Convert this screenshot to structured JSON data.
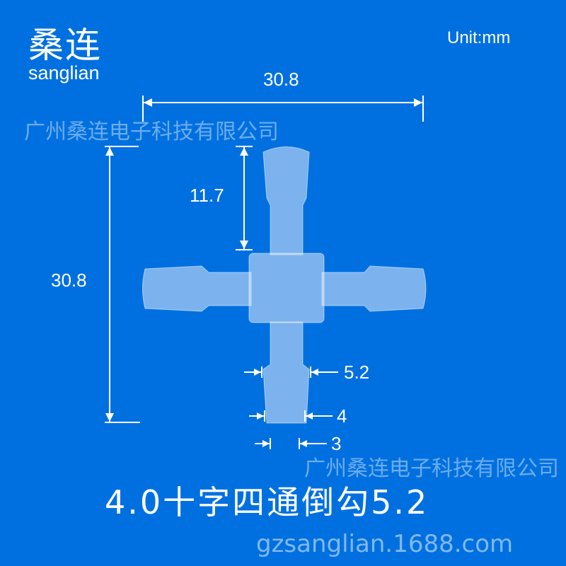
{
  "logo": {
    "chinese": "桑连",
    "english": "sanglian"
  },
  "unit": "Unit:mm",
  "dimensions": {
    "overall_width": "30.8",
    "overall_height": "30.8",
    "arm_length": "11.7",
    "barb_outer": "5.2",
    "tube_outer": "4",
    "inner_bore": "3"
  },
  "watermark": "广州桑连电子科技有限公司",
  "product_title": "4.0十字四通倒勾5.2",
  "website": "gzsanglian.1688.com",
  "colors": {
    "background": "#0070e0",
    "text": "#ffffff"
  }
}
